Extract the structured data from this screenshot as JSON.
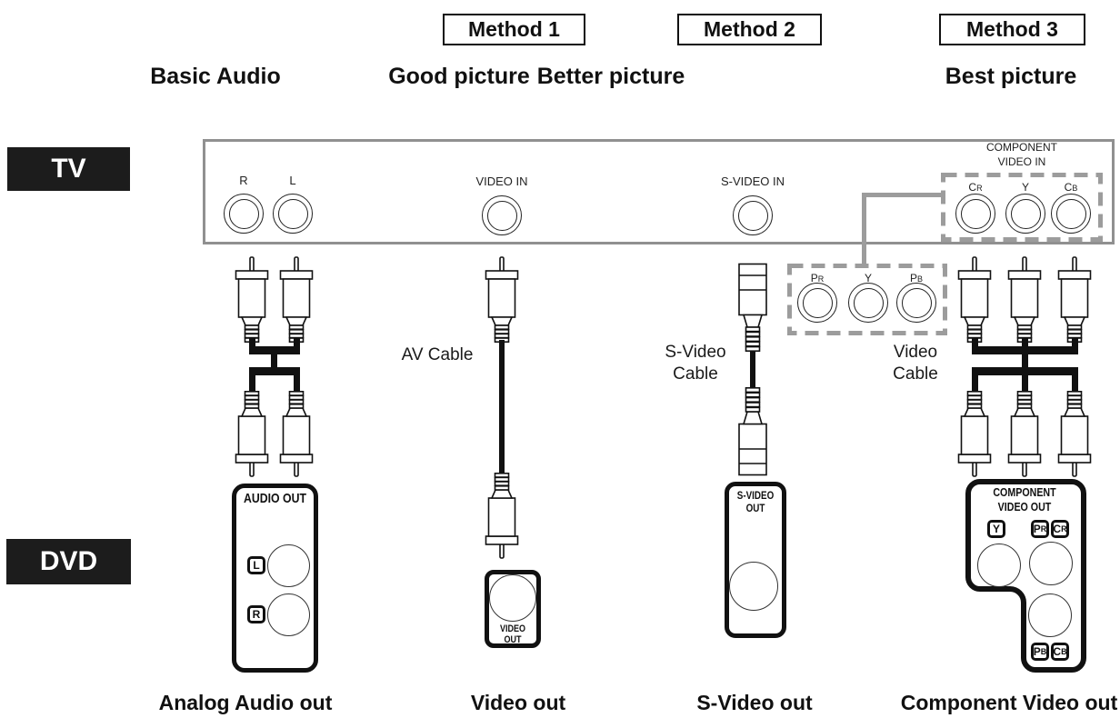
{
  "header": {
    "methods": [
      "Method 1",
      "Method 2",
      "Method 3"
    ],
    "qualities": [
      "Basic Audio",
      "Good picture",
      "Better picture",
      "Best picture"
    ]
  },
  "device_tags": {
    "tv": "TV",
    "dvd": "DVD"
  },
  "tv_panel": {
    "audio_right": "R",
    "audio_left": "L",
    "video_in": "VIDEO IN",
    "s_video_in": "S-VIDEO IN",
    "component_title": [
      "COMPONENT",
      "VIDEO IN"
    ],
    "component_jacks": [
      {
        "main": "C",
        "sub": "R"
      },
      {
        "main": "Y",
        "sub": ""
      },
      {
        "main": "C",
        "sub": "B"
      }
    ]
  },
  "adapter_jacks": [
    {
      "main": "P",
      "sub": "R"
    },
    {
      "main": "Y",
      "sub": ""
    },
    {
      "main": "P",
      "sub": "B"
    }
  ],
  "cable_labels": {
    "av": "AV Cable",
    "s_video": [
      "S-Video",
      "Cable"
    ],
    "video": [
      "Video",
      "Cable"
    ]
  },
  "dvd_outputs": {
    "audio": {
      "title": "AUDIO OUT",
      "badge_l": "L",
      "badge_r": "R"
    },
    "video": {
      "title": [
        "VIDEO",
        "OUT"
      ]
    },
    "s_video": {
      "title": [
        "S-VIDEO",
        "OUT"
      ]
    },
    "component": {
      "title": [
        "COMPONENT",
        "VIDEO OUT"
      ],
      "badge_y": {
        "main": "Y",
        "sub": ""
      },
      "badge_pr": {
        "main": "P",
        "sub": "R"
      },
      "badge_cr": {
        "main": "C",
        "sub": "R"
      },
      "badge_pb": {
        "main": "P",
        "sub": "B"
      },
      "badge_cb": {
        "main": "C",
        "sub": "B"
      }
    }
  },
  "bottom_labels": [
    "Analog Audio out",
    "Video out",
    "S-Video out",
    "Component Video out"
  ],
  "colors": {
    "line_black": "#111111",
    "panel_gray": "#909090",
    "dashed_gray": "#9c9c9c"
  }
}
